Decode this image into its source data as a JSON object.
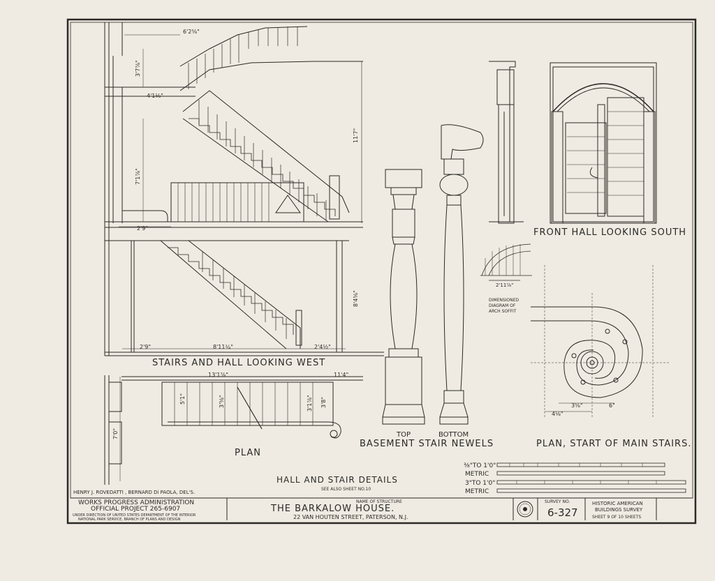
{
  "labels": {
    "stairs_hall": "STAIRS AND HALL LOOKING WEST",
    "plan": "PLAN",
    "hall_stair_details": "HALL AND STAIR DETAILS",
    "see_also": "SEE ALSO SHEET NO.10",
    "top": "TOP",
    "bottom": "BOTTOM",
    "basement_newels": "BASEMENT STAIR NEWELS",
    "front_hall": "FRONT HALL LOOKING SOUTH",
    "plan_start": "PLAN, START OF MAIN STAIRS.",
    "arch_note_1": "DIMENSIONED",
    "arch_note_2": "DIAGRAM OF",
    "arch_note_3": "ARCH SOFFIT",
    "delineators": "HENRY J. ROVEDATTI , BERNARD Di PAOLA, DEL'S."
  },
  "dimensions": {
    "d1": "6'2⅝\"",
    "d2": "3'7⅞\"",
    "d3": "4'1⅛\"",
    "d4": "7'1⅞\"",
    "d5": "2'9\"",
    "d6": "2'9\"",
    "d7": "8'11¼\"",
    "d8": "2'4½\"",
    "d9": "8'4⅝\"",
    "d10": "11'7\"",
    "d11": "13'1⅞\"",
    "d12": "11'4\"",
    "d13": "7'0\"",
    "d14": "3'8\"",
    "d15": "3'1⅞\"",
    "d16": "5'1\"",
    "d17": "3'⅝\"",
    "d18": "4⅛\"",
    "d19": "3⅝\"",
    "d20": "6\"",
    "d21": "2'11⅞\""
  },
  "scales": {
    "s1": "⅜\"TO 1'0\"",
    "s2": "METRIC",
    "s3": "3\"TO 1'0\"",
    "s4": "METRIC"
  },
  "title_block": {
    "wpa_1": "WORKS PROGRESS ADMINISTRATION",
    "wpa_2": "OFFICIAL PROJECT  265-6907",
    "wpa_3": "UNDER DIRECTION OF UNITED STATES DEPARTMENT OF THE INTERIOR",
    "wpa_4": "NATIONAL PARK SERVICE, BRANCH OF PLANS AND DESIGN",
    "name_label": "NAME OF STRUCTURE",
    "structure": "THE  BARKALOW  HOUSE.",
    "address": "22  VAN HOUTEN  STREET,   PATERSON,   N.J.",
    "survey_label": "SURVEY NO.",
    "survey_no": "6-327",
    "habs_1": "HISTORIC AMERICAN",
    "habs_2": "BUILDINGS SURVEY",
    "sheet": "SHEET  9  OF  10  SHEETS"
  },
  "colors": {
    "paper": "#efebe2",
    "ink": "#2b2a27"
  }
}
